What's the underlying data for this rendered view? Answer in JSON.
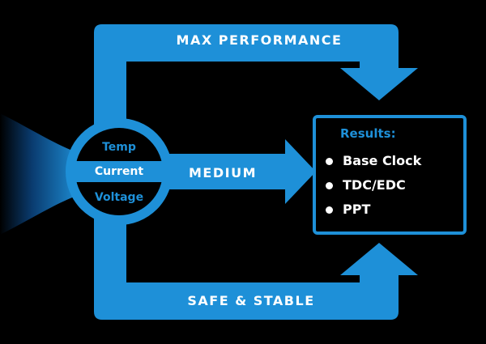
{
  "paths": {
    "top_label": "MAX PERFORMANCE",
    "middle_label": "MEDIUM",
    "bottom_label": "SAFE & STABLE"
  },
  "hub": {
    "inputs": [
      "Temp",
      "Current",
      "Voltage"
    ]
  },
  "result": {
    "title": "Results:",
    "items": [
      "Base Clock",
      "TDC/EDC",
      "PPT"
    ]
  },
  "colors": {
    "accent": "#1e90d8",
    "background": "#000000",
    "text": "#ffffff"
  }
}
